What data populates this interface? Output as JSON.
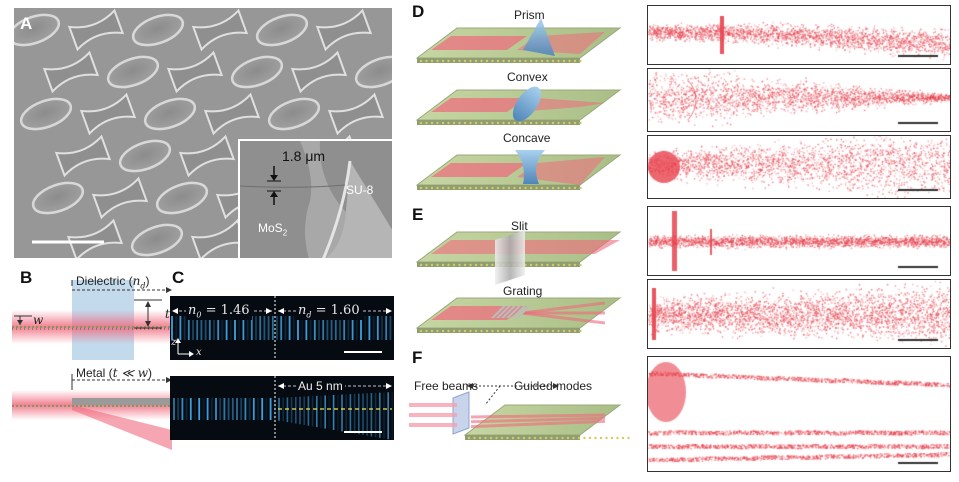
{
  "panels": {
    "A": {
      "label": "A",
      "inset": {
        "thickness": "1.8 μm",
        "mos2": "MoS",
        "mos2_sub": "2",
        "su8": "SU-8"
      }
    },
    "B": {
      "label": "B",
      "w": "w",
      "t": "t",
      "dielectric": "Dielectric (",
      "dielectric_var": "n",
      "dielectric_sub": "d",
      "metal": "Metal (",
      "metal_cond": "t ≪ w"
    },
    "C": {
      "label": "C",
      "n0": "n",
      "n0_sub": "0",
      "n0_val": " = 1.46",
      "nd": "n",
      "nd_sub": "d",
      "nd_val": " = 1.60",
      "axis_z": "z",
      "axis_x": "x",
      "au": "Au 5 nm"
    },
    "D": {
      "label": "D",
      "items": [
        "Prism",
        "Convex",
        "Concave"
      ]
    },
    "E": {
      "label": "E",
      "items": [
        "Slit",
        "Grating"
      ]
    },
    "F": {
      "label": "F",
      "free": "Free beams",
      "guided": "Guided modes"
    }
  },
  "colors": {
    "beam": "#f06a7e",
    "slab": "#b8c99a",
    "lens": "#7fb3d8",
    "scatter": "#e8434f",
    "field_bg": "#060b12",
    "field_wave": "#3ea2e0"
  }
}
